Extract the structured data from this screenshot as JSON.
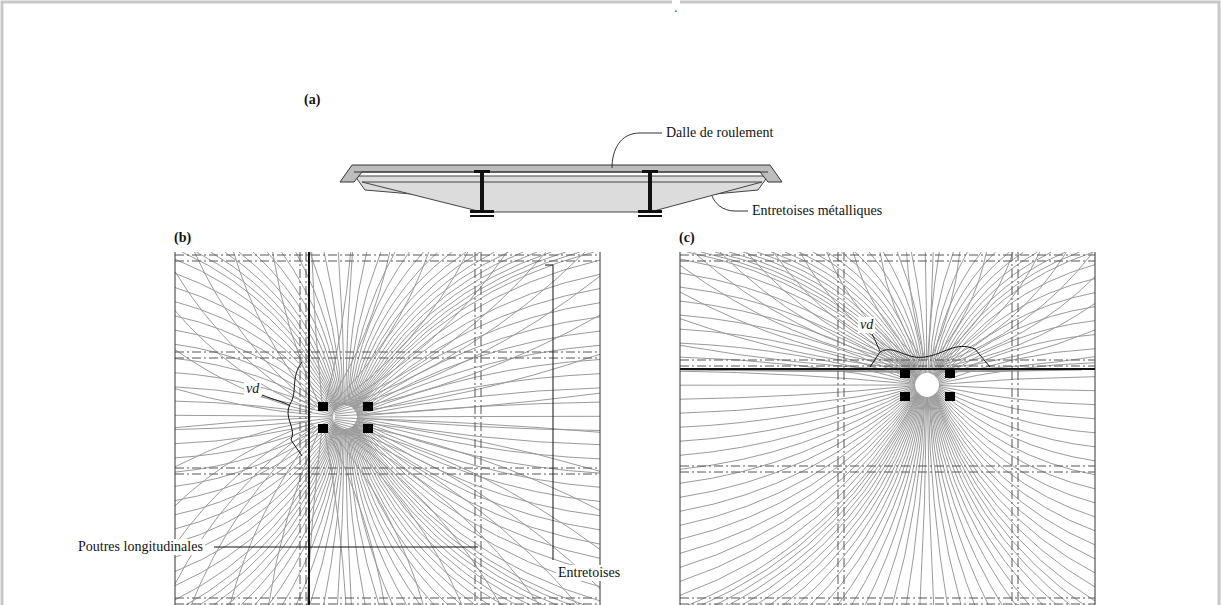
{
  "diagram": {
    "labels": [
      ".",
      "(a)",
      "Dalle de roulement",
      "Entretoises métalliques",
      "(b)",
      "(c)",
      "vd",
      "Entretoises",
      "Poutres longitudinales",
      "vd"
    ]
  }
}
